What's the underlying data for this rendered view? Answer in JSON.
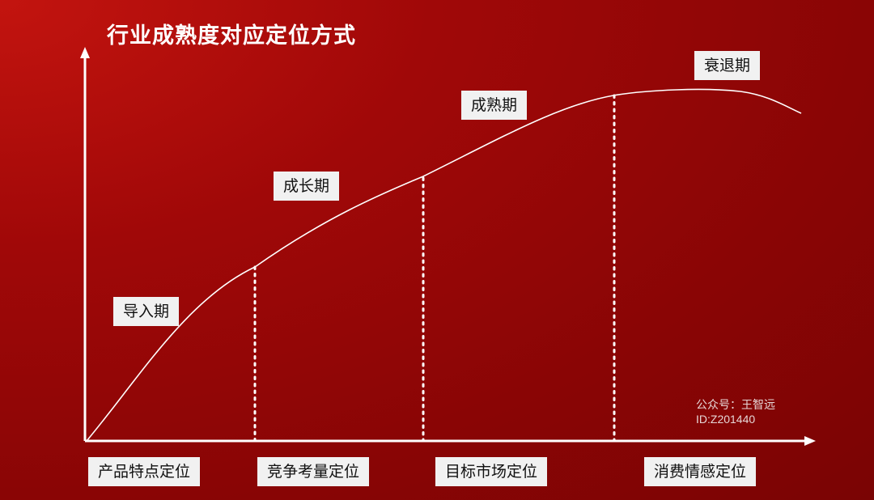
{
  "title": "行业成熟度对应定位方式",
  "stages": [
    {
      "label": "导入期"
    },
    {
      "label": "成长期"
    },
    {
      "label": "成熟期"
    },
    {
      "label": "衰退期"
    }
  ],
  "positioning": [
    {
      "label": "产品特点定位"
    },
    {
      "label": "竞争考量定位"
    },
    {
      "label": "目标市场定位"
    },
    {
      "label": "消费情感定位"
    }
  ],
  "watermark": {
    "line1": "公众号：王智远",
    "line2": "ID:Z201440"
  },
  "colors": {
    "background": "#9a0707",
    "label_bg": "#f1f1f1",
    "line": "#ffffff"
  }
}
